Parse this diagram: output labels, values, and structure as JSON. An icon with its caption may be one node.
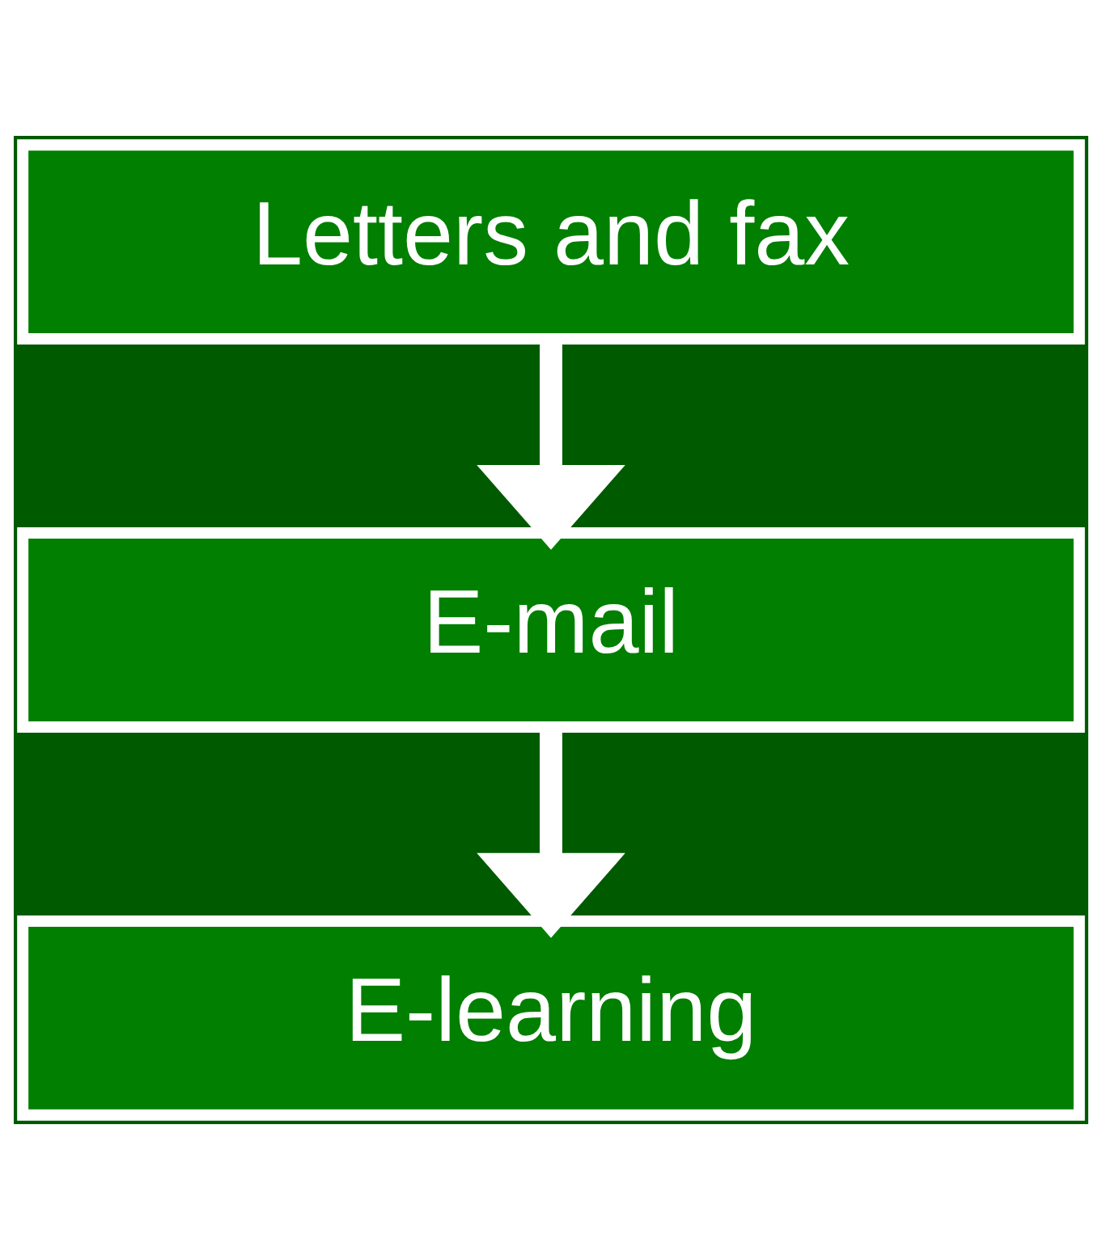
{
  "diagram": {
    "nodes": [
      {
        "text": [
          "Letters and fax"
        ]
      },
      {
        "text": [
          "E-mail"
        ]
      },
      {
        "text": [
          "E-learning"
        ]
      }
    ],
    "edges": [
      {
        "from": 0,
        "to": 1,
        "arrow": "to"
      },
      {
        "from": 1,
        "to": 2,
        "arrow": "to"
      }
    ]
  }
}
